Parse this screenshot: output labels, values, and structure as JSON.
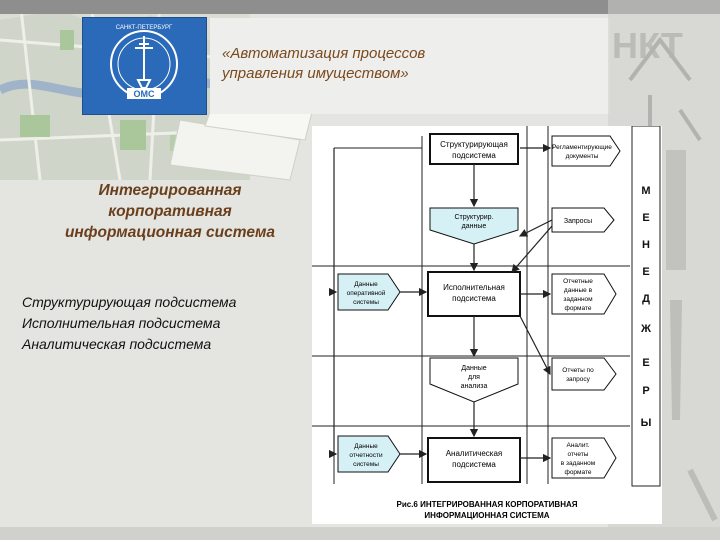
{
  "header": {
    "title_line1": "«Автоматизация процессов",
    "title_line2": "управления имуществом»"
  },
  "logo": {
    "brand_text": "ОМС",
    "ring_text": "САНКТ-ПЕТЕРБУРГ",
    "colors": {
      "background": "#2a6ab8",
      "emblem": "#ffffff"
    }
  },
  "left_panel": {
    "heading_line1": "Интегрированная",
    "heading_line2": "корпоративная",
    "heading_line3": "информационная система",
    "subsystems": [
      "Структурирующая подсистема",
      "Исполнительная подсистема",
      "Аналитическая подсистема"
    ]
  },
  "diagram": {
    "caption_line1": "Рис.6 ИНТЕГРИРОВАННАЯ КОРПОРАТИВНАЯ",
    "caption_line2": "ИНФОРМАЦИОННАЯ СИСТЕМА",
    "managers_letters": [
      "М",
      "Е",
      "Н",
      "Е",
      "Д",
      "Ж",
      "Е",
      "Р",
      "Ы"
    ],
    "boxes": {
      "structuring_l1": "Структурирующая",
      "structuring_l2": "подсистема",
      "structured_data_l1": "Структурир.",
      "structured_data_l2": "данные",
      "executive_l1": "Исполнительная",
      "executive_l2": "подсистема",
      "data_for_analysis_l1": "Данные",
      "data_for_analysis_l2": "для",
      "data_for_analysis_l3": "анализа",
      "analytical_l1": "Аналитическая",
      "analytical_l2": "подсистема"
    },
    "inputs": {
      "operational_l1": "Данные",
      "operational_l2": "оперативной",
      "operational_l3": "системы",
      "reporting_l1": "Данные",
      "reporting_l2": "отчетности",
      "reporting_l3": "системы"
    },
    "outputs": {
      "regulatory_l1": "Регламентирующие",
      "regulatory_l2": "документы",
      "requests": "Запросы",
      "reports_l1": "Отчетные",
      "reports_l2": "данные в",
      "reports_l3": "заданном",
      "reports_l4": "формате",
      "on_request_l1": "Отчеты по",
      "on_request_l2": "запросу",
      "analytical_reports_l1": "Аналит.",
      "analytical_reports_l2": "отчеты",
      "analytical_reports_l3": "в заданном",
      "analytical_reports_l4": "формате"
    }
  }
}
